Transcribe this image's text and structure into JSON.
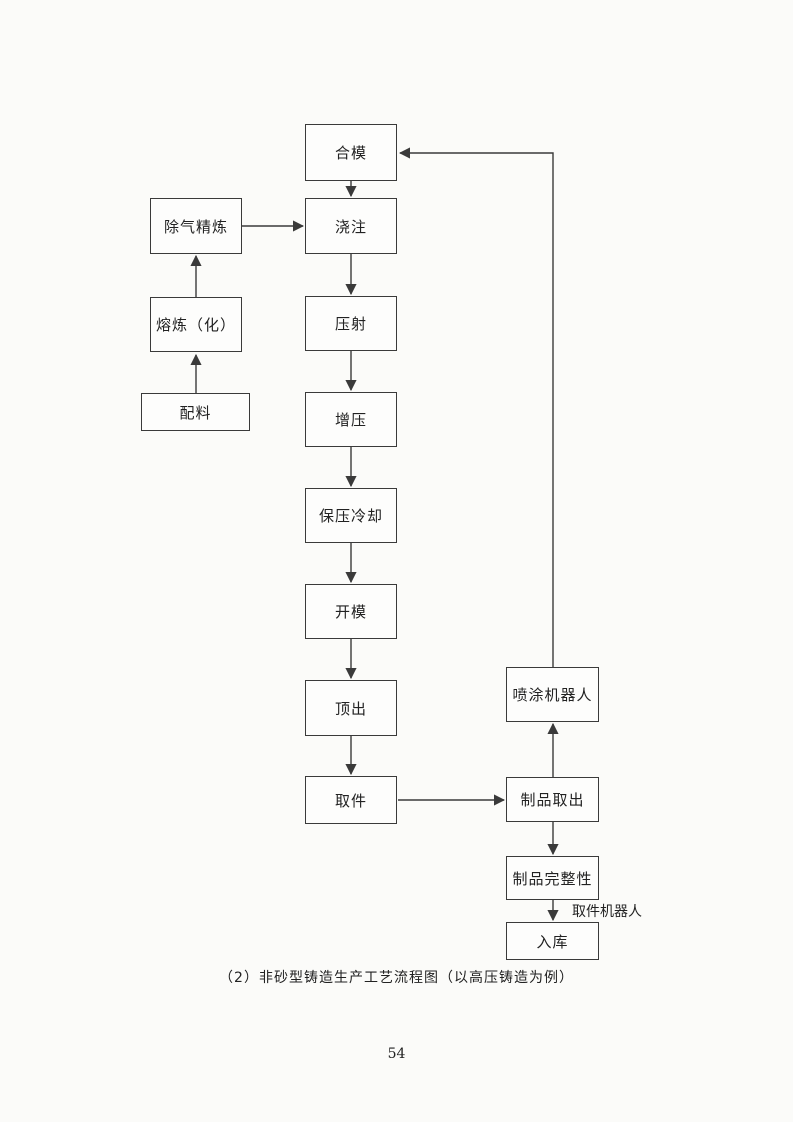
{
  "nodes": {
    "hemo": "合模",
    "jiaozhu": "浇注",
    "yashe": "压射",
    "zengya": "增压",
    "baoya": "保压冷却",
    "kaimo": "开模",
    "dingchu": "顶出",
    "qujian": "取件",
    "chuqi": "除气精炼",
    "ronglian": "熔炼（化）",
    "peiliao": "配料",
    "zhipin_quchu": "制品取出",
    "pentu": "喷涂机器人",
    "wanzheng": "制品完整性",
    "ruku": "入库"
  },
  "edge_labels": {
    "qujian_robot": "取件机器人"
  },
  "caption": "（2）非砂型铸造生产工艺流程图（以高压铸造为例）",
  "page_number": "54",
  "colors": {
    "line": "#3a3a3a",
    "text": "#222222"
  }
}
